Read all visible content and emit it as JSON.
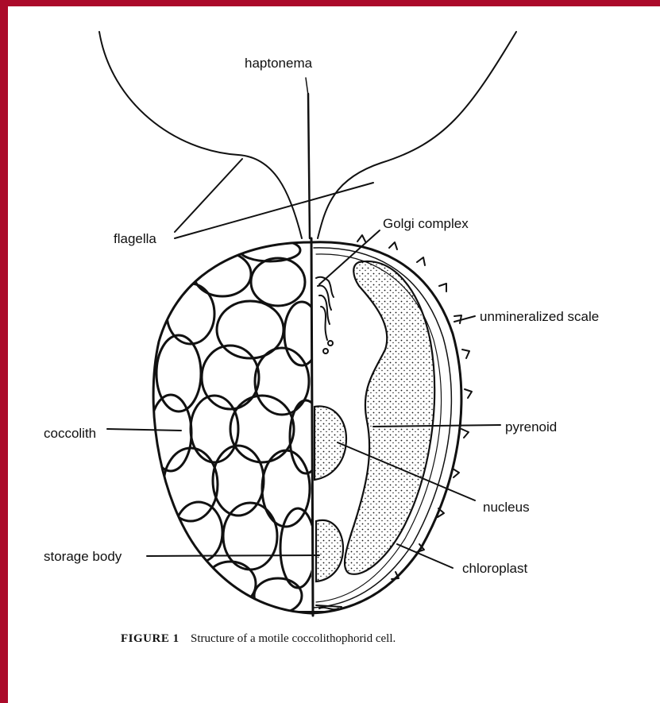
{
  "colors": {
    "border": "#ab0a2a",
    "background": "#ffffff",
    "ink": "#111111"
  },
  "labels": {
    "haptonema": "haptonema",
    "flagella": "flagella",
    "golgi": "Golgi complex",
    "unmineralized_scale": "unmineralized scale",
    "coccolith": "coccolith",
    "pyrenoid": "pyrenoid",
    "nucleus": "nucleus",
    "storage_body": "storage body",
    "chloroplast": "chloroplast"
  },
  "caption": {
    "number": "FIGURE 1",
    "text": "Structure of a motile coccolithophorid cell."
  }
}
